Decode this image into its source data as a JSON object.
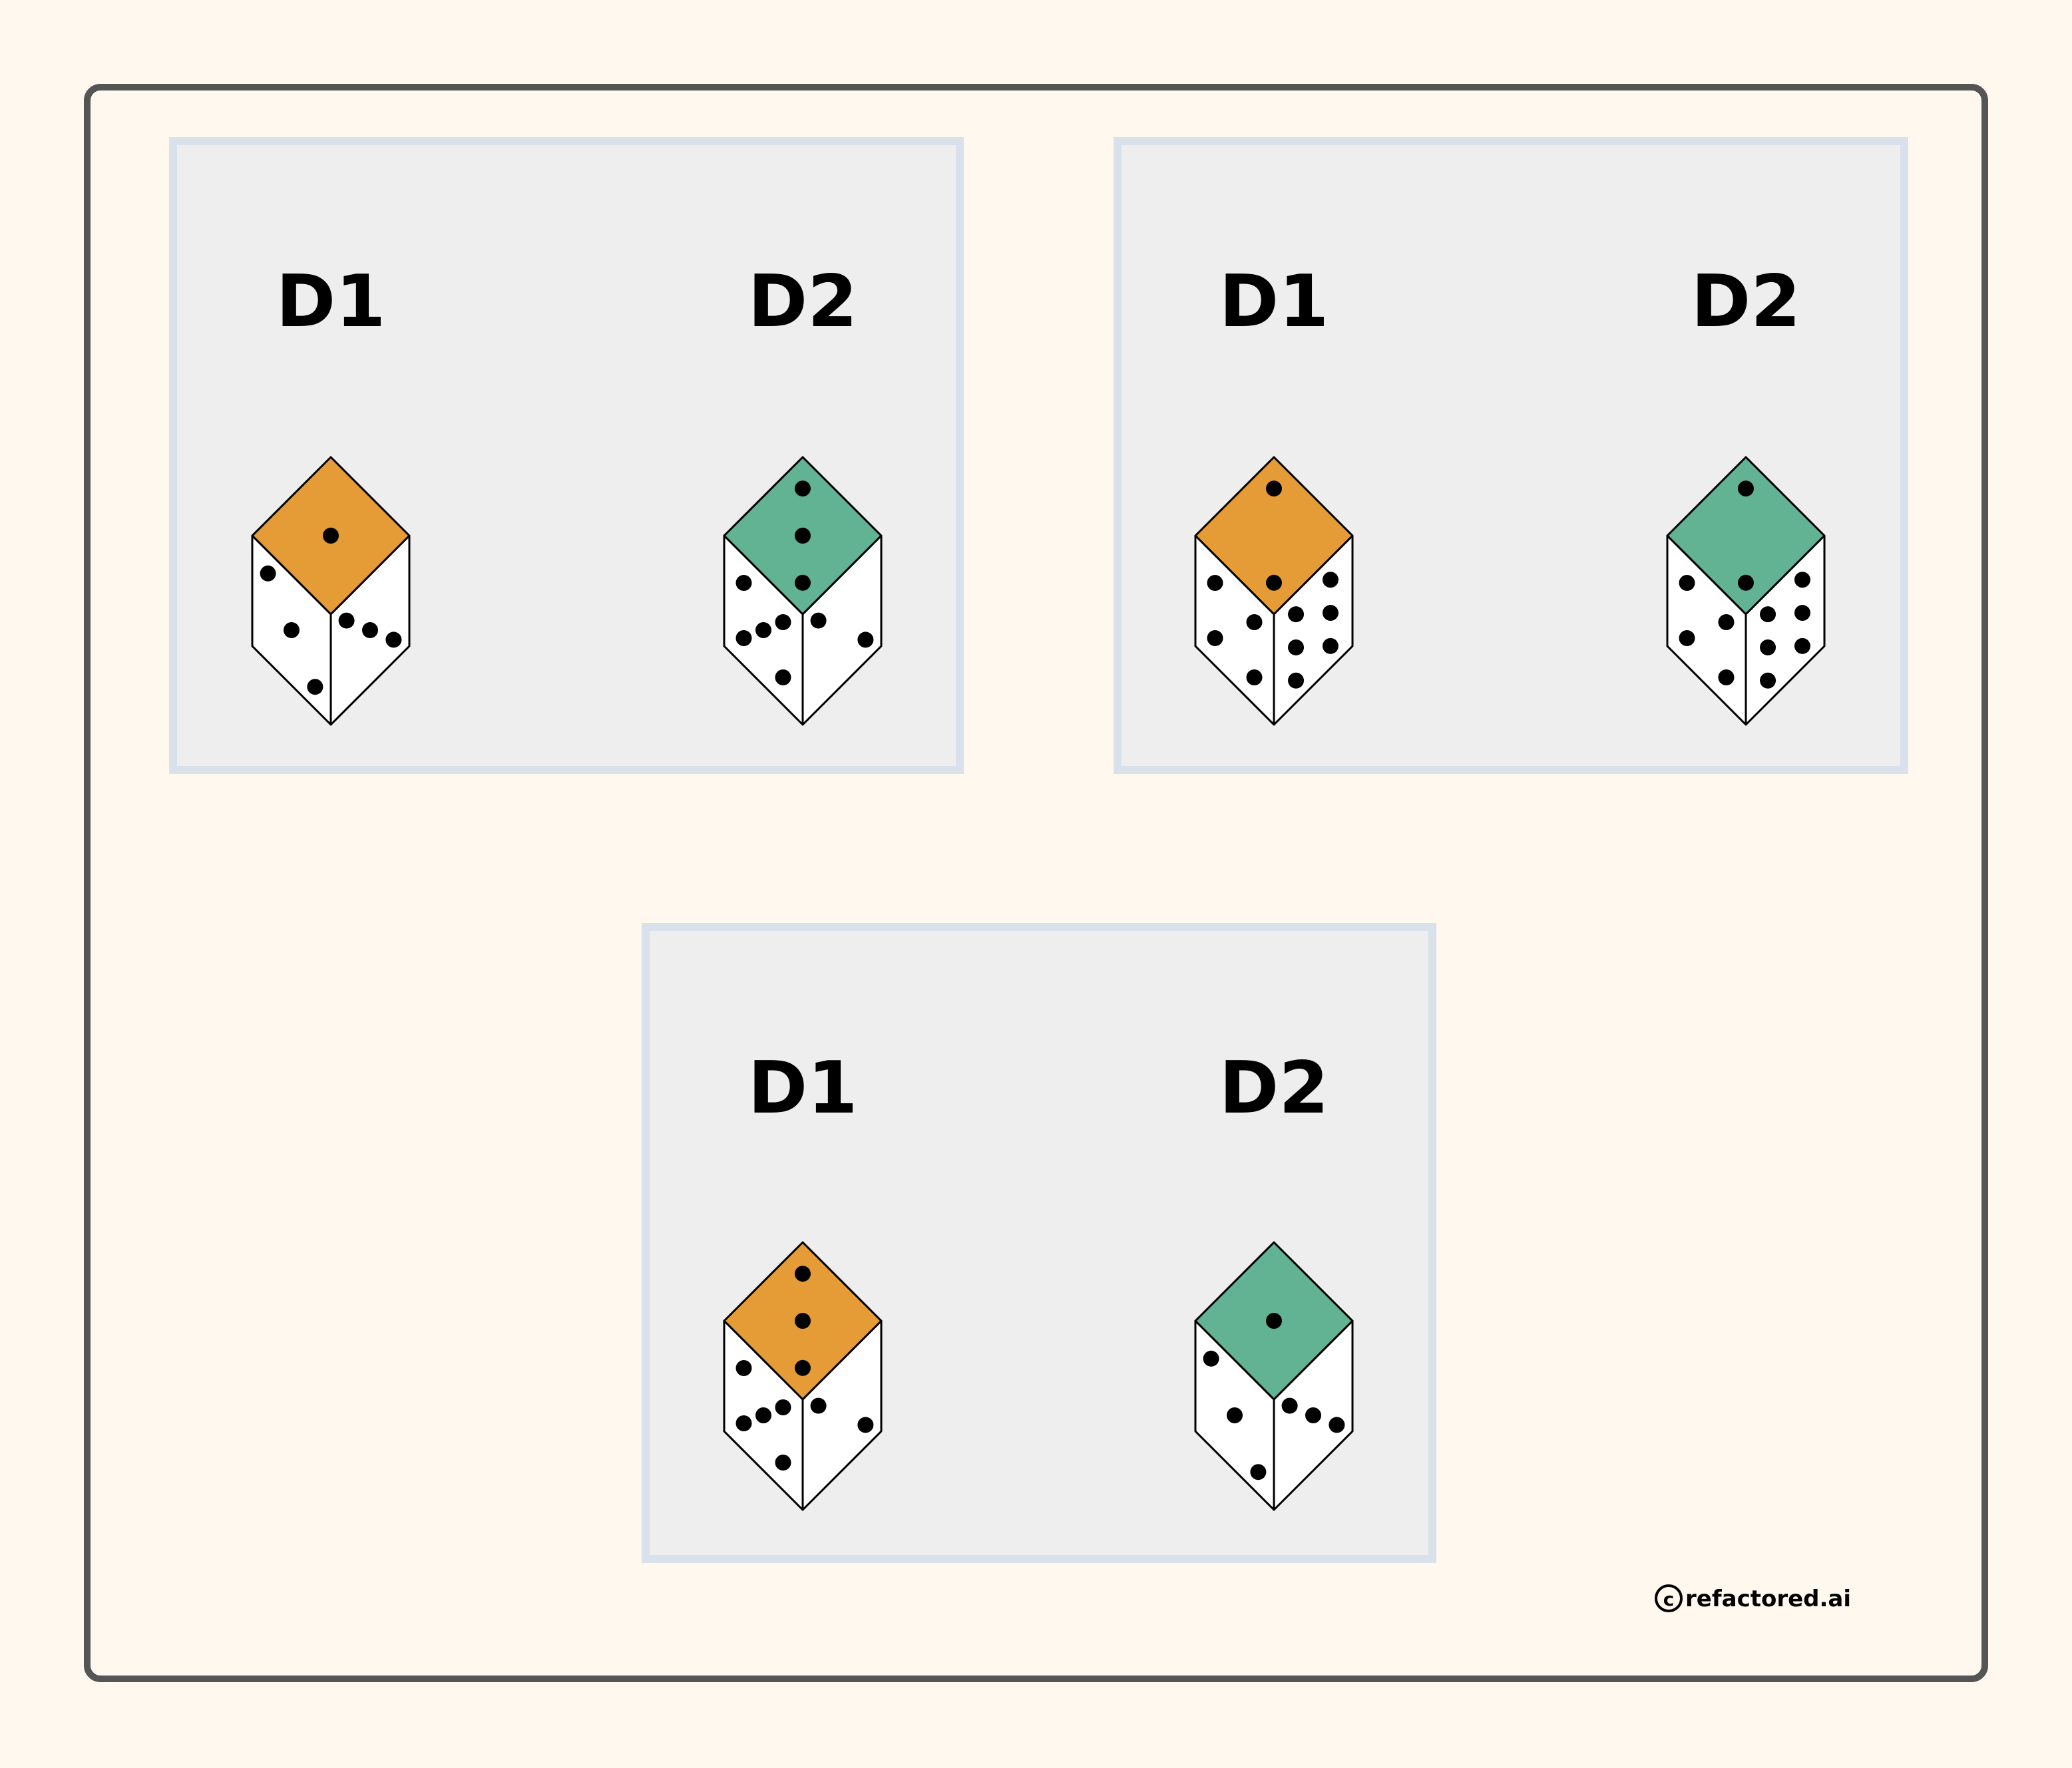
{
  "colors": {
    "background": "#fff8ee",
    "frame_stroke": "#555555",
    "panel_fill": "#eeeeee",
    "panel_stroke": "#d9e1ea",
    "top_orange": "#e69c36",
    "top_green": "#61b393",
    "side_fill": "#ffffff",
    "pip": "#000000"
  },
  "panels": [
    {
      "dice": [
        {
          "label": "D1",
          "top_color": "orange",
          "top_pips": 1,
          "left_pips": 3,
          "right_pips": 3
        },
        {
          "label": "D2",
          "top_color": "green",
          "top_pips": 3,
          "left_pips": 5,
          "right_pips": 2
        }
      ]
    },
    {
      "dice": [
        {
          "label": "D1",
          "top_color": "orange",
          "top_pips": 2,
          "left_pips": 4,
          "right_pips": 6
        },
        {
          "label": "D2",
          "top_color": "green",
          "top_pips": 2,
          "left_pips": 4,
          "right_pips": 6
        }
      ]
    },
    {
      "dice": [
        {
          "label": "D1",
          "top_color": "orange",
          "top_pips": 3,
          "left_pips": 5,
          "right_pips": 2
        },
        {
          "label": "D2",
          "top_color": "green",
          "top_pips": 1,
          "left_pips": 3,
          "right_pips": 3
        }
      ]
    }
  ],
  "credit": {
    "symbol": "c",
    "text": "refactored.ai"
  }
}
